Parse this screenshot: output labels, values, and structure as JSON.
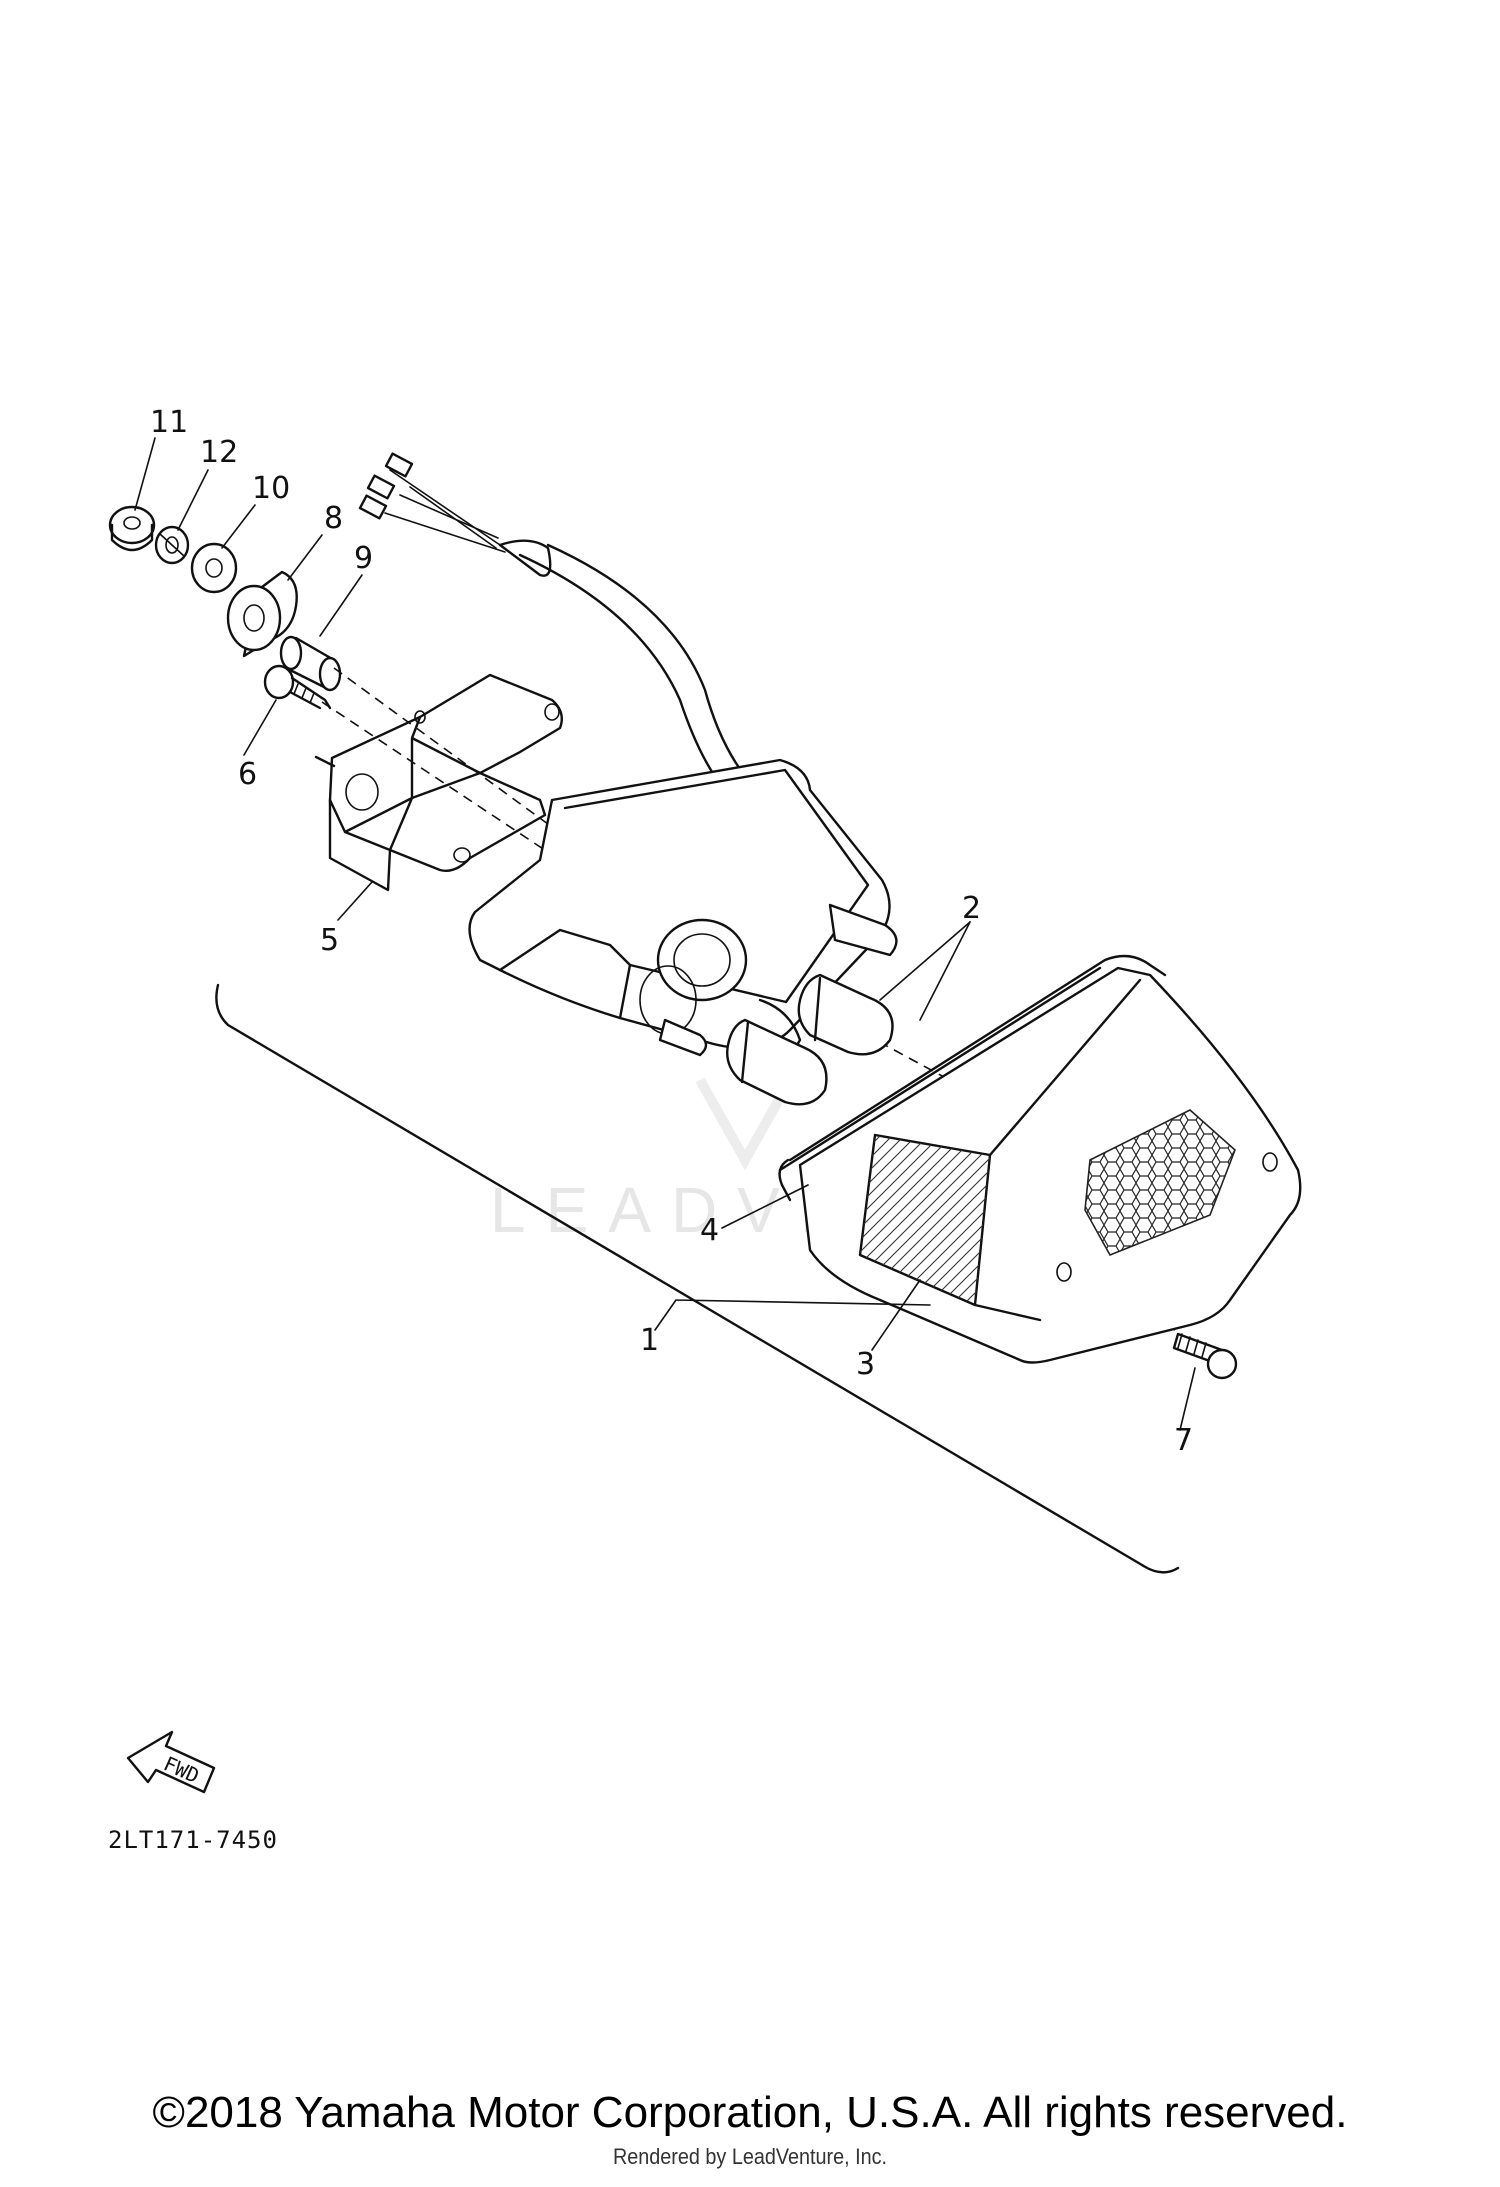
{
  "callouts": {
    "c1": "1",
    "c2": "2",
    "c3": "3",
    "c4": "4",
    "c5": "5",
    "c6": "6",
    "c7": "7",
    "c8": "8",
    "c9": "9",
    "c10": "10",
    "c11": "11",
    "c12": "12"
  },
  "watermark": "LEADVENTURE",
  "fwd_label": "FWD",
  "part_code": "2LT171-7450",
  "copyright": "©2018 Yamaha Motor Corporation, U.S.A. All rights reserved.",
  "rendered_by": "Rendered by LeadVenture, Inc."
}
